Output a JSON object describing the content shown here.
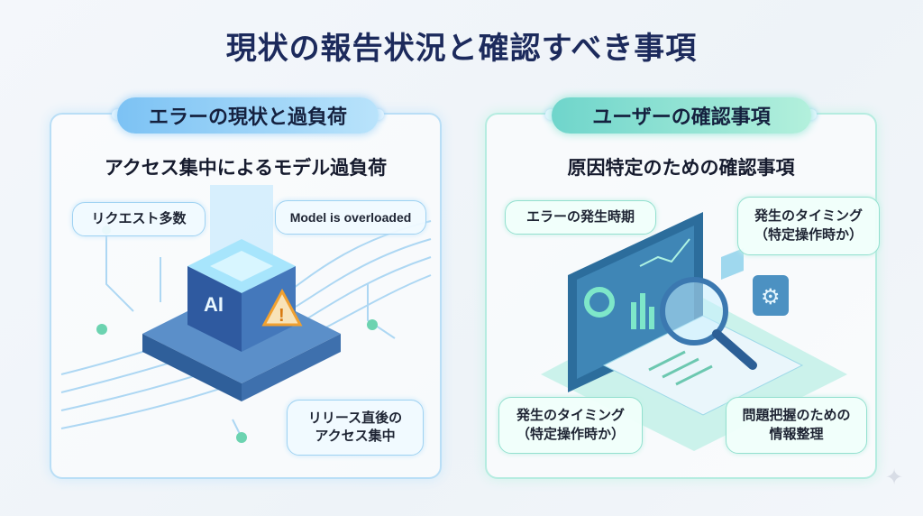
{
  "title": "現状の報告状況と確認すべき事項",
  "left_panel": {
    "header": "エラーの現状と過負荷",
    "subtitle": "アクセス集中によるモデル過負荷",
    "bubbles": [
      "リクエスト多数",
      "Model is overloaded",
      "リリース直後の",
      "アクセス集中"
    ],
    "chip_label": "AI"
  },
  "right_panel": {
    "header": "ユーザーの確認事項",
    "subtitle": "原因特定のための確認事項",
    "bubbles": {
      "top_left": "エラーの発生時期",
      "top_right_1": "発生のタイミング",
      "top_right_2": "（特定操作時か）",
      "bottom_left_1": "発生のタイミング",
      "bottom_left_2": "（特定操作時か）",
      "bottom_right_1": "問題把握のための",
      "bottom_right_2": "情報整理"
    }
  },
  "colors": {
    "title": "#1c2a5c",
    "blue_accent": "#7cc2f4",
    "teal_accent": "#6fd5cb",
    "warning": "#f0a030"
  }
}
